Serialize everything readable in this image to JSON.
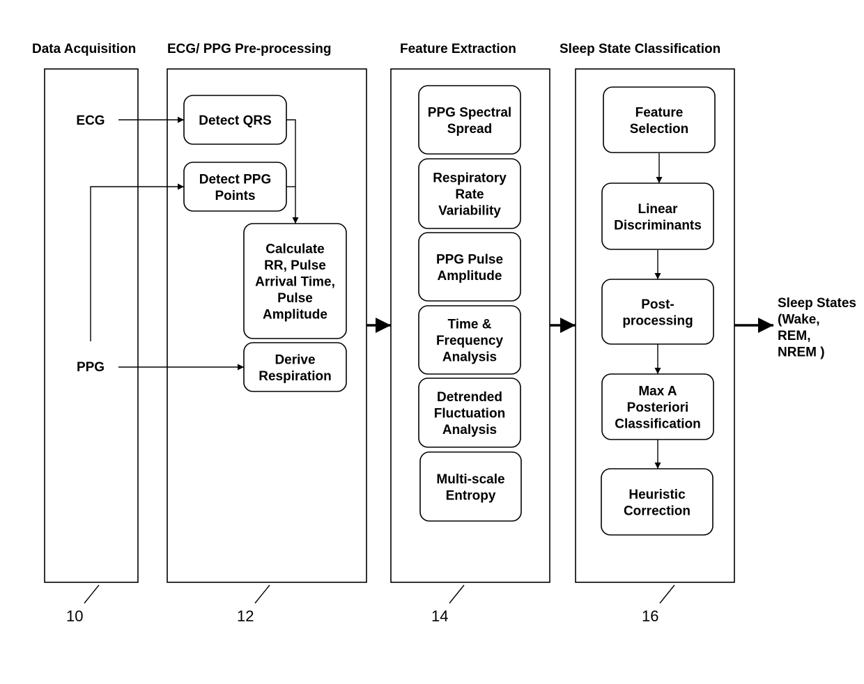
{
  "headers": {
    "acquisition": "Data Acquisition",
    "preprocessing": "ECG/ PPG Pre-processing",
    "features": "Feature Extraction",
    "classification": "Sleep State Classification"
  },
  "inputs": {
    "ecg": "ECG",
    "ppg": "PPG"
  },
  "preprocessing_boxes": [
    {
      "lines": [
        "Detect QRS"
      ]
    },
    {
      "lines": [
        "Detect PPG",
        "Points"
      ]
    },
    {
      "lines": [
        "Calculate",
        "RR, Pulse",
        "Arrival Time,",
        "Pulse",
        "Amplitude"
      ]
    },
    {
      "lines": [
        "Derive",
        "Respiration"
      ]
    }
  ],
  "feature_boxes": [
    {
      "lines": [
        "PPG Spectral",
        "Spread"
      ]
    },
    {
      "lines": [
        "Respiratory",
        "Rate",
        "Variability"
      ]
    },
    {
      "lines": [
        "PPG Pulse",
        "Amplitude"
      ]
    },
    {
      "lines": [
        "Time &",
        "Frequency",
        "Analysis"
      ]
    },
    {
      "lines": [
        "Detrended",
        "Fluctuation",
        "Analysis"
      ]
    },
    {
      "lines": [
        "Multi-scale",
        "Entropy"
      ]
    }
  ],
  "classification_boxes": [
    {
      "lines": [
        "Feature",
        "Selection"
      ]
    },
    {
      "lines": [
        "Linear",
        "Discriminants"
      ]
    },
    {
      "lines": [
        "Post-",
        "processing"
      ]
    },
    {
      "lines": [
        "Max A",
        "Posteriori",
        "Classification"
      ]
    },
    {
      "lines": [
        "Heuristic",
        "Correction"
      ]
    }
  ],
  "output": {
    "lines": [
      "Sleep States",
      "(Wake,",
      "REM,",
      "NREM )"
    ]
  },
  "reference_numbers": [
    "10",
    "12",
    "14",
    "16"
  ]
}
